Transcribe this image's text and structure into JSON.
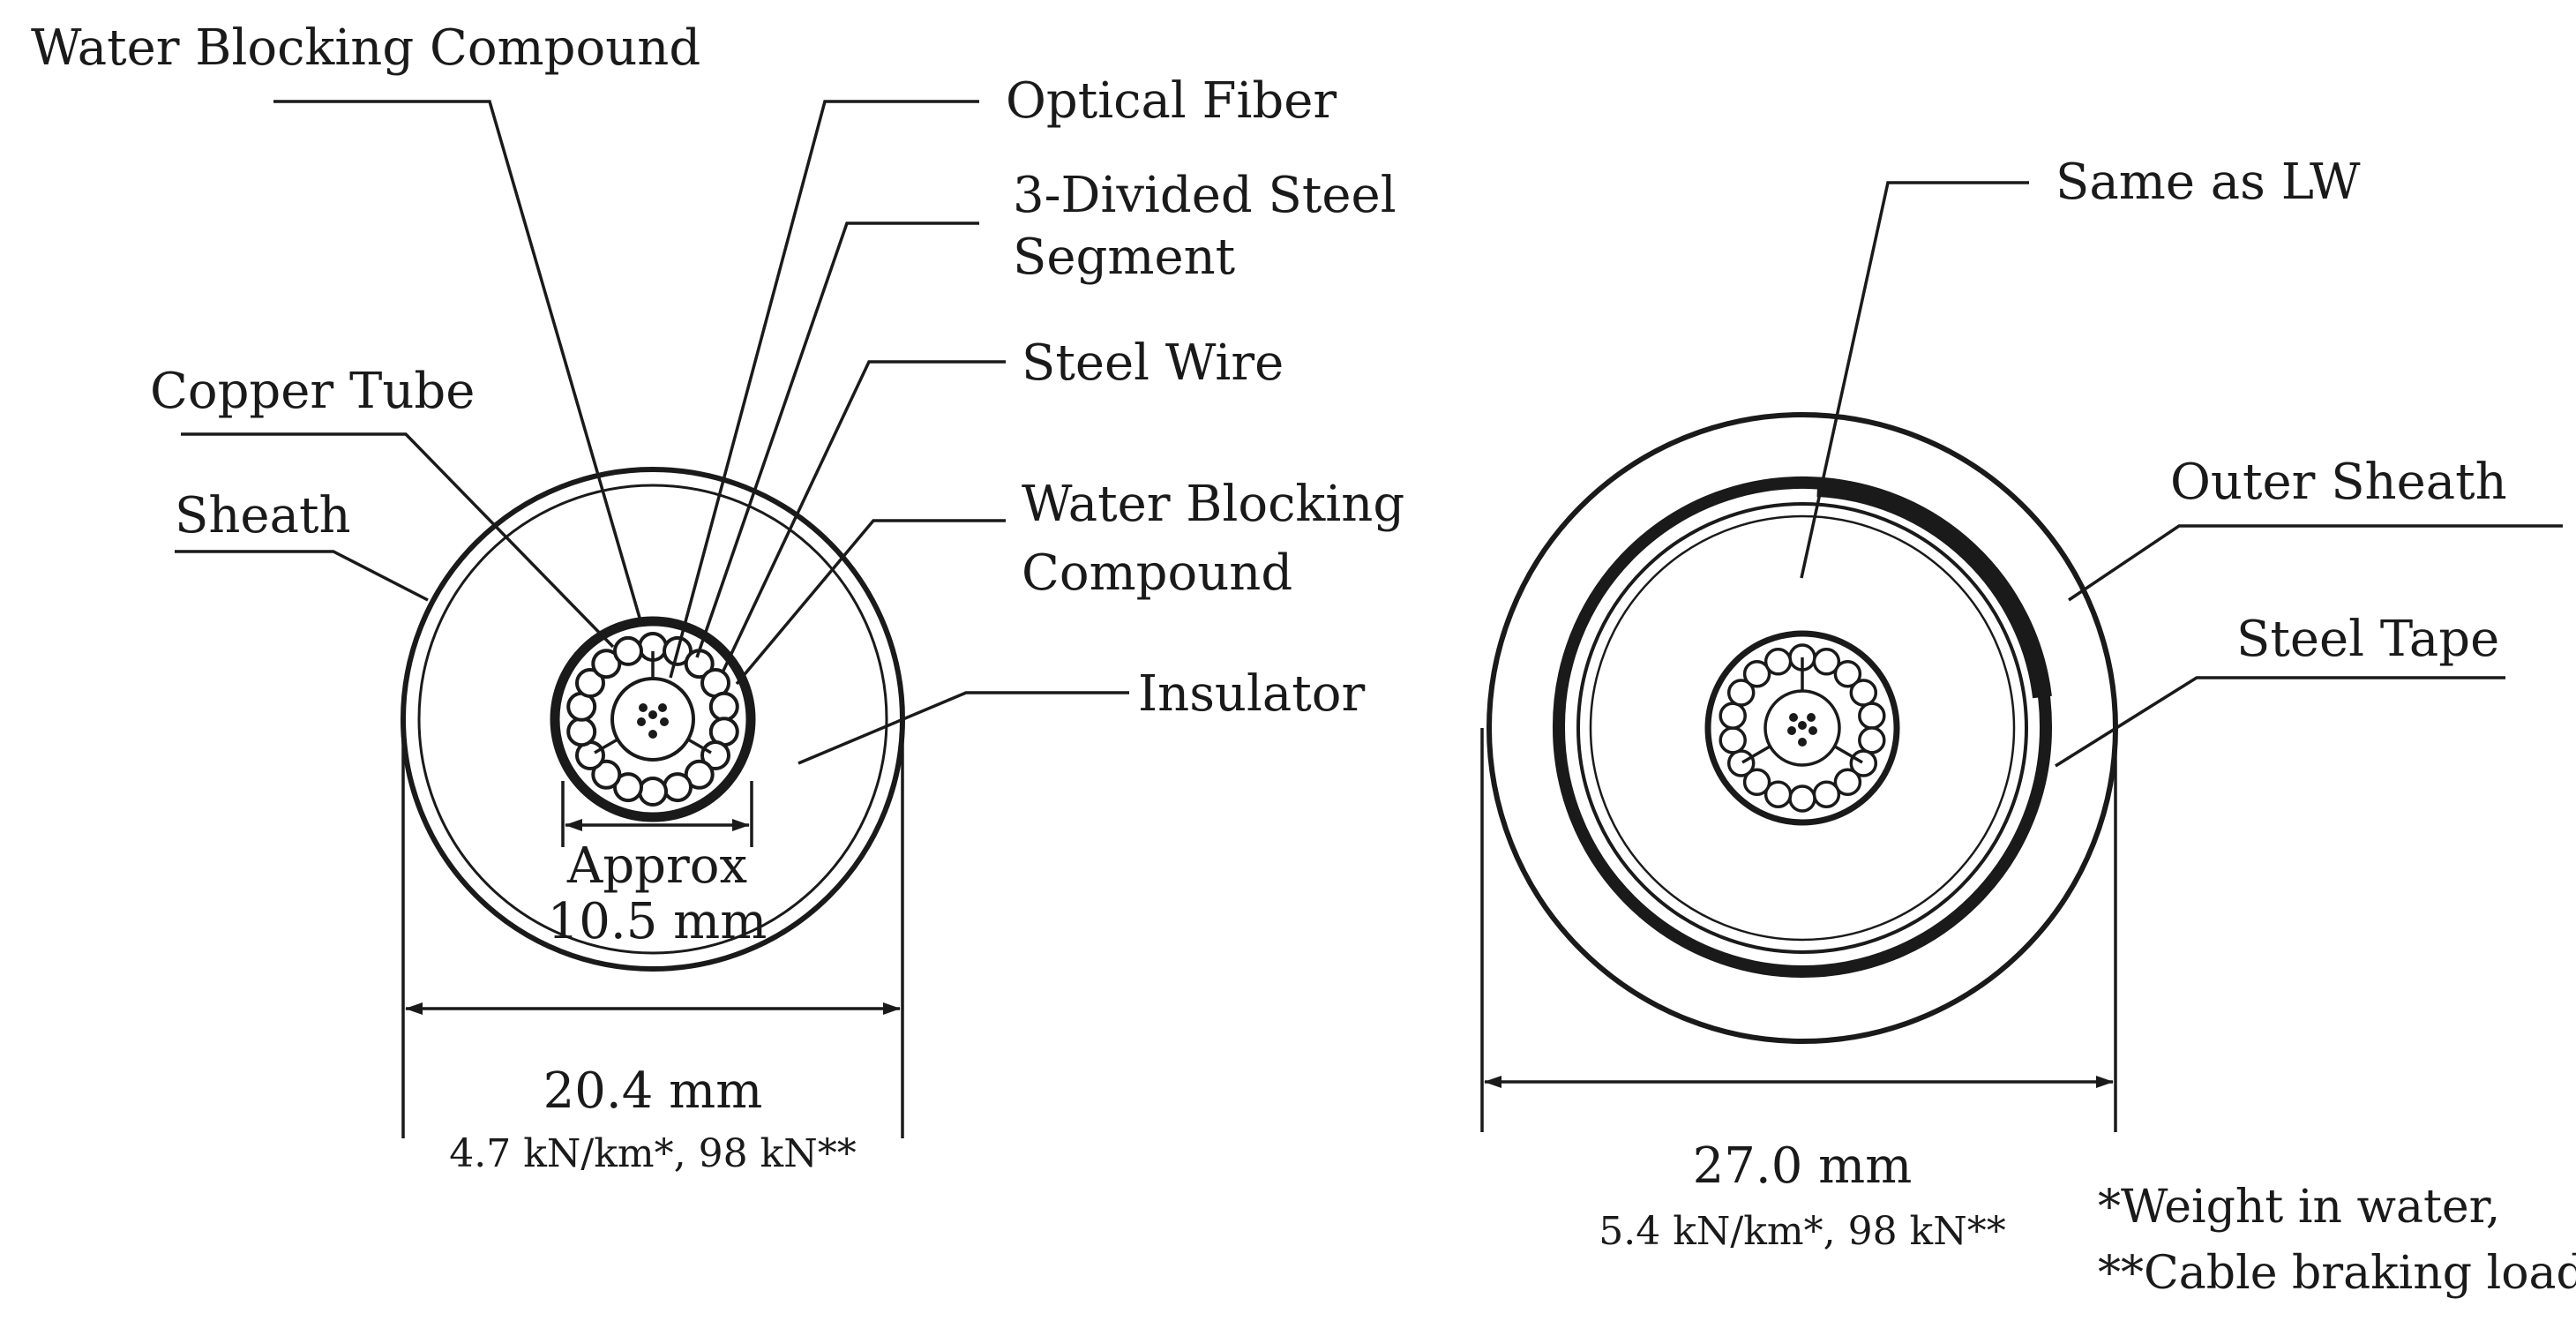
{
  "left_cable": {
    "labels": {
      "water_blocking_top": "Water Blocking Compound",
      "optical_fiber": "Optical Fiber",
      "steel_segment_line1": "3-Divided  Steel",
      "steel_segment_line2": "Segment",
      "steel_wire": "Steel Wire",
      "copper_tube": "Copper Tube",
      "sheath": "Sheath",
      "water_blocking_right_line1": "Water Blocking",
      "water_blocking_right_line2": "Compound",
      "insulator": "Insulator",
      "approx_line1": "Approx",
      "approx_line2": "10.5 mm"
    },
    "diameter": "20.4 mm",
    "specs": "4.7 kN/km*, 98 kN**"
  },
  "right_cable": {
    "labels": {
      "same_as": "Same as LW",
      "outer_sheath": "Outer Sheath",
      "steel_tape": "Steel Tape"
    },
    "diameter": "27.0 mm",
    "specs": "5.4 kN/km*, 98 kN**"
  },
  "footnotes": {
    "line1": "*Weight in water,",
    "line2": "**Cable braking load"
  }
}
